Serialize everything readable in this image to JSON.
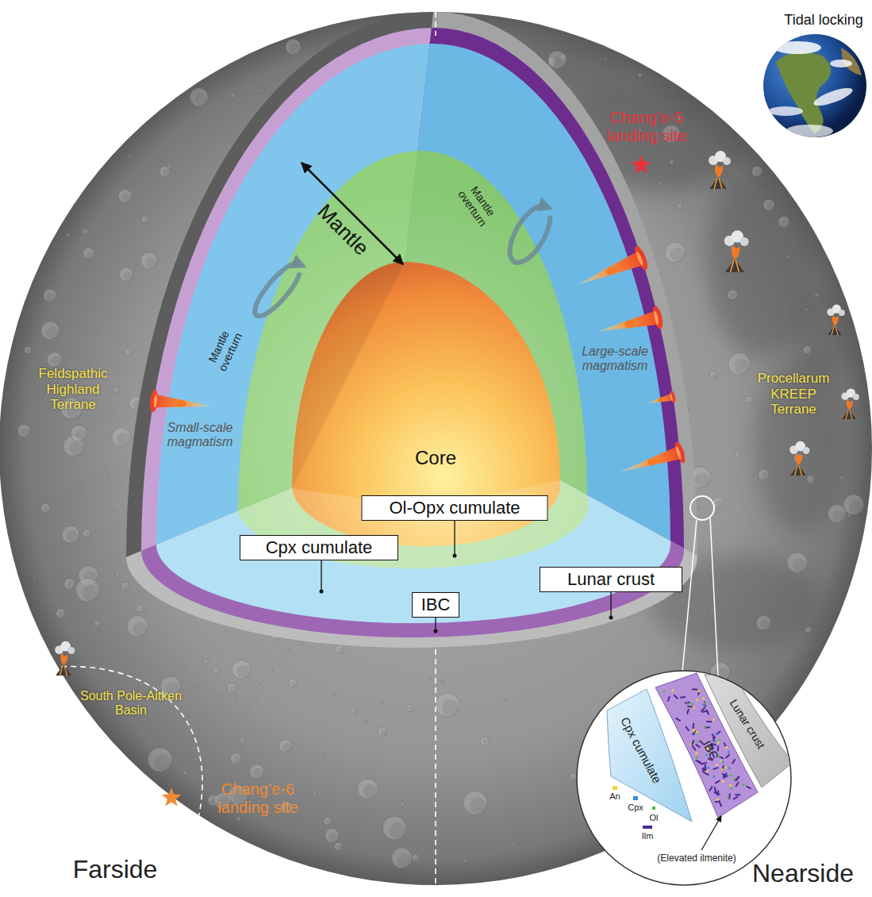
{
  "diagram": {
    "nodes": [
      {
        "text": [
          "Ol-Opx cumulate"
        ]
      },
      {
        "text": [
          "Cpx cumulate"
        ]
      },
      {
        "text": [
          "IBC"
        ]
      },
      {
        "text": [
          "Lunar crust"
        ]
      }
    ],
    "labels": [
      "Tidal locking",
      "Chang’e-5 landing site",
      "Mantle",
      "Mantle overturn",
      "Mantle overturn",
      "Feldspathic Highland Terrane",
      "Small-scale magmatism",
      "Large-scale magmatism",
      "Procellarum KREEP Terrane",
      "Core",
      "South Pole-Aitken Basin",
      "Chang’e-6 landing site",
      "Farside",
      "Nearside",
      "Cpx cumulate",
      "IBC",
      "Lunar crust",
      "(Elevated ilmenite)"
    ],
    "legend": [
      {
        "text": "An",
        "color": "#f2d52e"
      },
      {
        "text": "Cpx",
        "color": "#3d8fd6"
      },
      {
        "text": "Ol",
        "color": "#58b947"
      },
      {
        "text": "Ilm",
        "color": "#4b2c8c"
      }
    ]
  }
}
